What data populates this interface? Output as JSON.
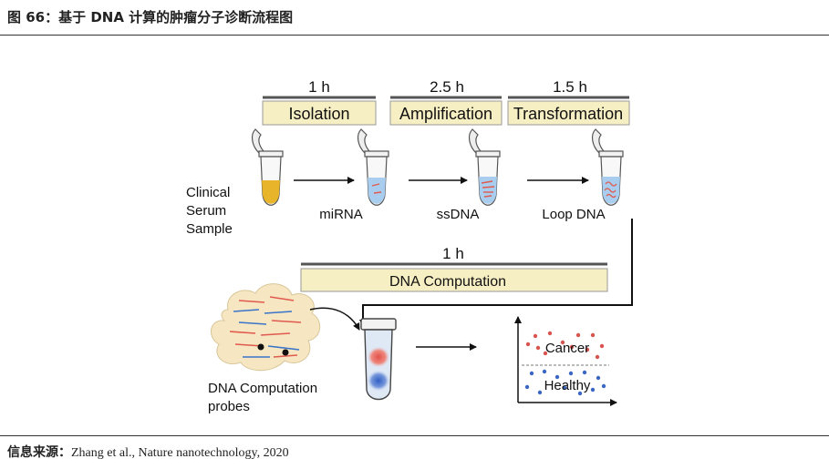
{
  "figure": {
    "title": "图 66：基于 DNA 计算的肿瘤分子诊断流程图",
    "source_label": "信息来源：",
    "source_text": "Zhang et al., Nature nanotechnology, 2020"
  },
  "steps": [
    {
      "duration": "1 h",
      "label": "Isolation"
    },
    {
      "duration": "2.5 h",
      "label": "Amplification"
    },
    {
      "duration": "1.5 h",
      "label": "Transformation"
    }
  ],
  "tubes": [
    {
      "label_lines": [
        "Clinical",
        "Serum",
        "Sample"
      ],
      "liquid_color": "#e8b52a"
    },
    {
      "label": "miRNA",
      "liquid_color": "#a9cdee"
    },
    {
      "label": "ssDNA",
      "liquid_color": "#a9cdee"
    },
    {
      "label": "Loop DNA",
      "liquid_color": "#a9cdee"
    }
  ],
  "computation": {
    "duration": "1 h",
    "label": "DNA Computation",
    "probes_label_lines": [
      "DNA Computation",
      "probes"
    ]
  },
  "result": {
    "cancer_label": "Cancer",
    "healthy_label": "Healthy",
    "cancer_color": "#d9534f",
    "healthy_color": "#3a66c4"
  },
  "colors": {
    "box_fill": "#f7efc4",
    "box_stroke": "#9a9a9a",
    "probe_fill": "#f6e6c2",
    "strand_red": "#e05a4f",
    "strand_blue": "#3a74c9"
  }
}
